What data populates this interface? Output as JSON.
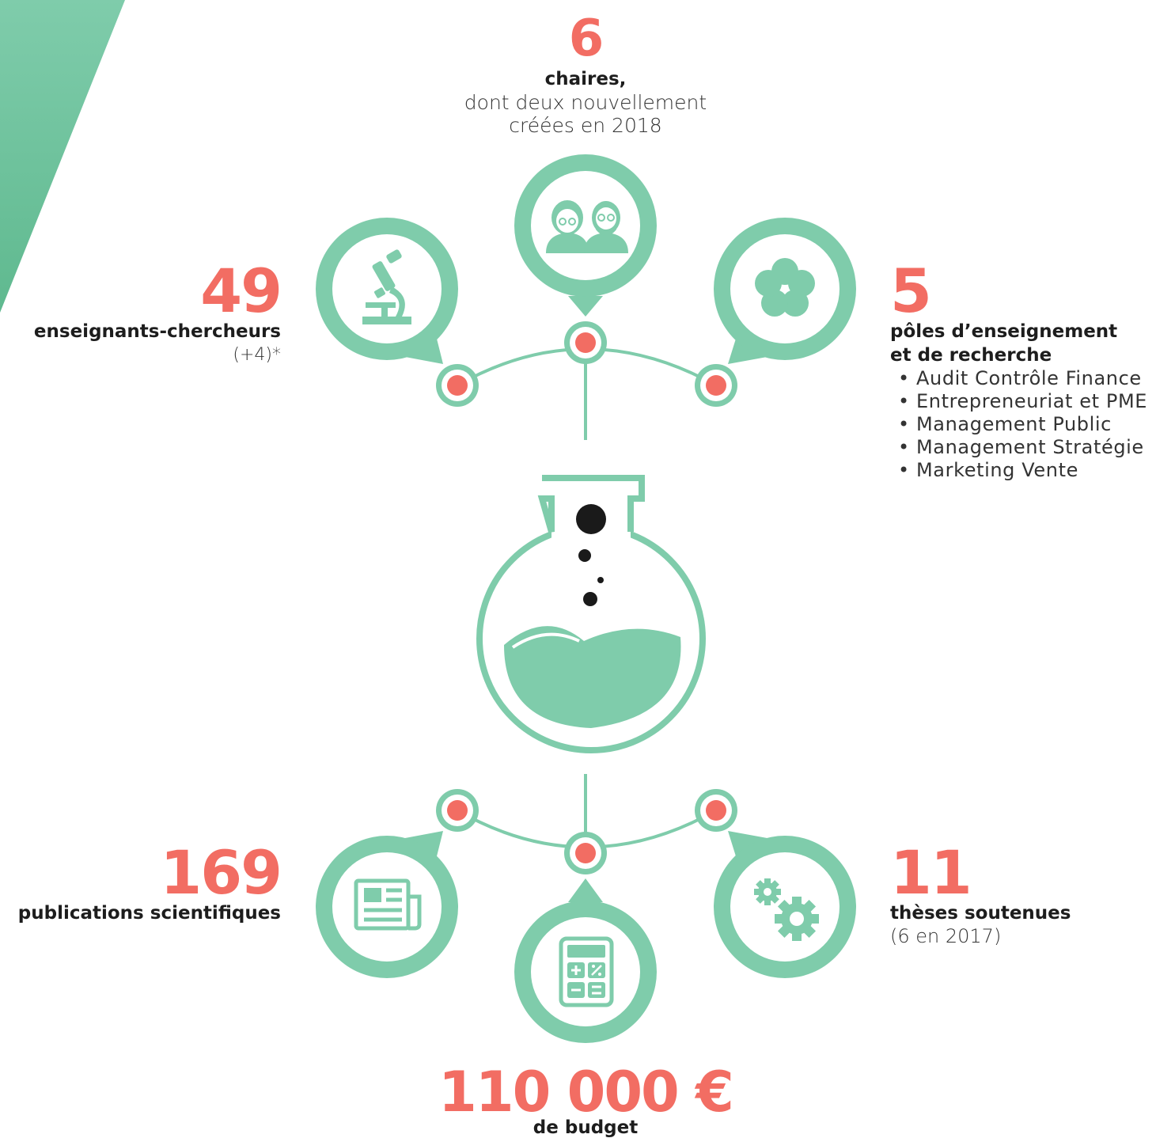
{
  "colors": {
    "accent": "#F26D63",
    "green": "#7FCCAB",
    "dark": "#1a1a1a"
  },
  "stats": {
    "chaires": {
      "value": "6",
      "label": "chaires,",
      "sub1": "dont deux nouvellement",
      "sub2": "créées en 2018",
      "icon": "people-icon"
    },
    "enseignants": {
      "value": "49",
      "label": "enseignants-chercheurs",
      "sub": "(+4)*",
      "icon": "microscope-icon"
    },
    "poles": {
      "value": "5",
      "label1": "pôles d’enseignement",
      "label2": "et de recherche",
      "icon": "flower-icon",
      "items": [
        "Audit Contrôle Finance",
        "Entrepreneuriat et PME",
        "Management Public",
        "Management Stratégie",
        "Marketing Vente"
      ]
    },
    "publications": {
      "value": "169",
      "label": "publications scientifiques",
      "icon": "newspaper-icon"
    },
    "theses": {
      "value": "11",
      "label": "thèses soutenues",
      "sub": "(6 en 2017)",
      "icon": "gears-icon"
    },
    "budget": {
      "value": "110 000 €",
      "label": "de budget",
      "icon": "calculator-icon"
    }
  }
}
